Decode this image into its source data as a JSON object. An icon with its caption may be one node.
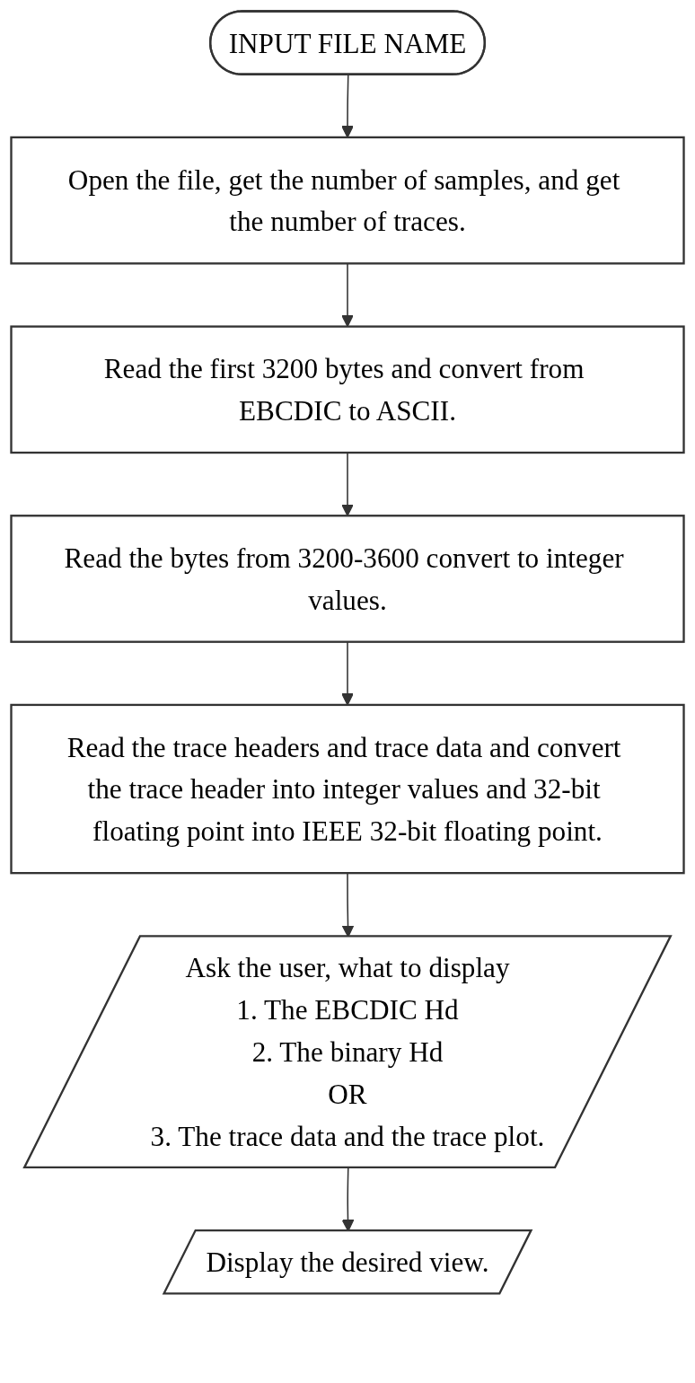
{
  "diagram": {
    "nodes": [
      {
        "text": [
          "INPUT FILE NAME"
        ]
      },
      {
        "text": [
          "Open the file, get the number of samples, and get the number of traces."
        ]
      },
      {
        "text": [
          "Read the first 3200 bytes and convert from EBCDIC to ASCII."
        ]
      },
      {
        "text": [
          "Read the bytes from 3200-3600 convert to integer values."
        ]
      },
      {
        "text": [
          "Read the trace headers and trace data and convert the trace header into integer values and 32-bit floating point into IEEE 32-bit floating point."
        ]
      },
      {
        "text": [
          "Ask the user, what to display",
          "1. The EBCDIC Hd",
          "2. The binary Hd",
          "OR",
          "3. The trace data and the trace plot."
        ]
      },
      {
        "text": [
          "Display the desired view."
        ]
      }
    ],
    "edges": [
      {
        "from": 0,
        "to": 1,
        "arrow": "to"
      },
      {
        "from": 1,
        "to": 2,
        "arrow": "to"
      },
      {
        "from": 2,
        "to": 3,
        "arrow": "to"
      },
      {
        "from": 3,
        "to": 4,
        "arrow": "to"
      },
      {
        "from": 4,
        "to": 5,
        "arrow": "to"
      },
      {
        "from": 5,
        "to": 6,
        "arrow": "to"
      }
    ]
  }
}
